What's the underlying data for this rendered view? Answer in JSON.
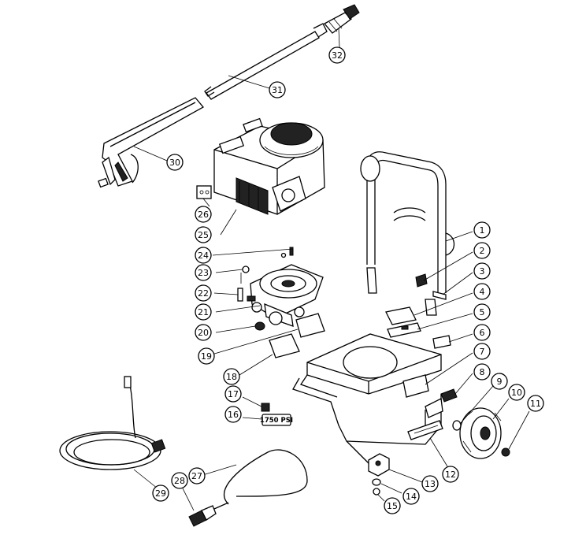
{
  "callouts": [
    {
      "id": "1",
      "label": "1"
    },
    {
      "id": "2",
      "label": "2"
    },
    {
      "id": "3",
      "label": "3"
    },
    {
      "id": "4",
      "label": "4"
    },
    {
      "id": "5",
      "label": "5"
    },
    {
      "id": "6",
      "label": "6"
    },
    {
      "id": "7",
      "label": "7"
    },
    {
      "id": "8",
      "label": "8"
    },
    {
      "id": "9",
      "label": "9"
    },
    {
      "id": "10",
      "label": "10"
    },
    {
      "id": "11",
      "label": "11"
    },
    {
      "id": "12",
      "label": "12"
    },
    {
      "id": "13",
      "label": "13"
    },
    {
      "id": "14",
      "label": "14"
    },
    {
      "id": "15",
      "label": "15"
    },
    {
      "id": "16",
      "label": "16"
    },
    {
      "id": "17",
      "label": "17"
    },
    {
      "id": "18",
      "label": "18"
    },
    {
      "id": "19",
      "label": "19"
    },
    {
      "id": "20",
      "label": "20"
    },
    {
      "id": "21",
      "label": "21"
    },
    {
      "id": "22",
      "label": "22"
    },
    {
      "id": "23",
      "label": "23"
    },
    {
      "id": "24",
      "label": "24"
    },
    {
      "id": "25",
      "label": "25"
    },
    {
      "id": "26",
      "label": "26"
    },
    {
      "id": "27",
      "label": "27"
    },
    {
      "id": "28",
      "label": "28"
    },
    {
      "id": "29",
      "label": "29"
    },
    {
      "id": "30",
      "label": "30"
    },
    {
      "id": "31",
      "label": "31"
    },
    {
      "id": "32",
      "label": "32"
    }
  ],
  "decal": {
    "psi_text": "1750 PSI"
  }
}
